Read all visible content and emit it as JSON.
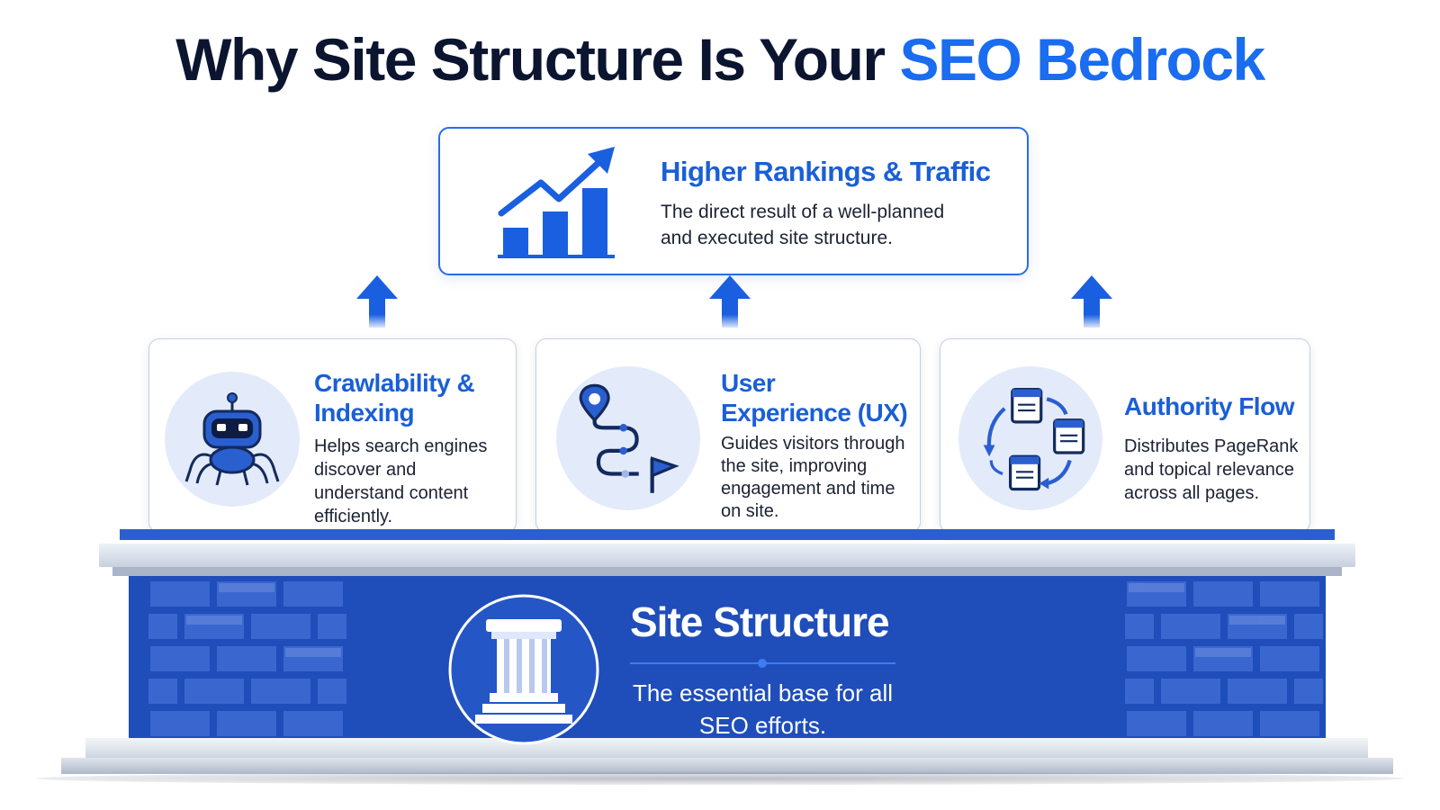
{
  "title": {
    "main": "Why Site Structure Is Your",
    "accent": "SEO Bedrock"
  },
  "result": {
    "title": "Higher Rankings & Traffic",
    "description": "The direct result of a well-planned and executed site structure.",
    "icon": "growth-chart-icon"
  },
  "pillars": [
    {
      "title": "Crawlability & Indexing",
      "description": "Helps search engines discover and understand content efficiently.",
      "icon": "spider-bot-icon"
    },
    {
      "title": "User Experience (UX)",
      "description": "Guides visitors through the site, improving engagement and time on site.",
      "icon": "route-path-icon"
    },
    {
      "title": "Authority Flow",
      "description": "Distributes PageRank and topical relevance across all pages.",
      "icon": "linked-pages-icon"
    }
  ],
  "foundation": {
    "title": "Site Structure",
    "description": "The essential base for all SEO efforts.",
    "icon": "pillar-column-icon"
  },
  "colors": {
    "accent": "#1a6cf0",
    "heading_blue": "#1a5fd6",
    "wall_blue": "#1f4db9",
    "dark_text": "#0b1530"
  }
}
